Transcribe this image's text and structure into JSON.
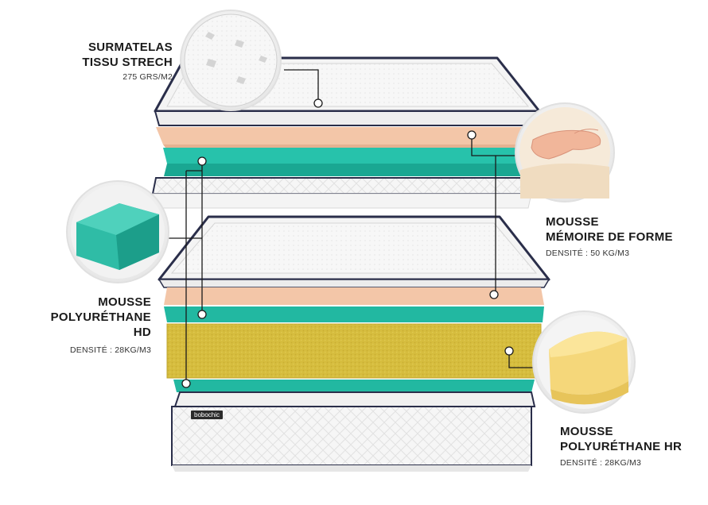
{
  "layers": {
    "topper": {
      "title_line1": "SURMATELAS",
      "title_line2": "TISSU STRECH",
      "spec": "275 GRS/M2"
    },
    "memory_foam": {
      "title_line1": "MOUSSE",
      "title_line2": "MÉMOIRE DE FORME",
      "spec": "DENSITÉ : 50 KG/M3"
    },
    "hd_foam": {
      "title_line1": "MOUSSE",
      "title_line2": "POLYURÉTHANE HD",
      "spec": "DENSITÉ : 28KG/M3"
    },
    "hr_foam": {
      "title_line1": "MOUSSE",
      "title_line2": "POLYURÉTHANE HR",
      "spec": "DENSITÉ : 28KG/M3"
    }
  },
  "brand_tag": "bobochic",
  "colors": {
    "fabric": "#f4f4f4",
    "piping": "#2a2e4a",
    "memory_foam": "#f3c6a8",
    "hd_foam": "#1fb6a0",
    "hr_foam": "#d8c043"
  }
}
